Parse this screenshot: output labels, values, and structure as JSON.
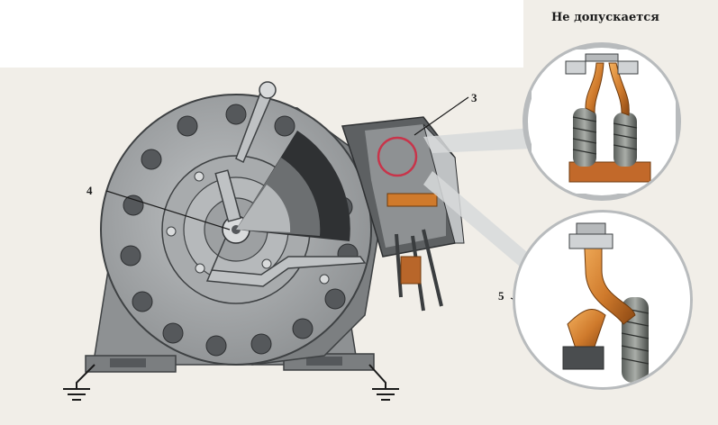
{
  "caption": "Не допускается",
  "callouts": {
    "c3": "3",
    "c4": "4",
    "c5": "5"
  },
  "colors": {
    "background": "#f1eee8",
    "motor_gray": "#9c9fa1",
    "motor_dark": "#55585b",
    "copper": "#cf7a2c",
    "highlight_red": "#c8344a"
  }
}
